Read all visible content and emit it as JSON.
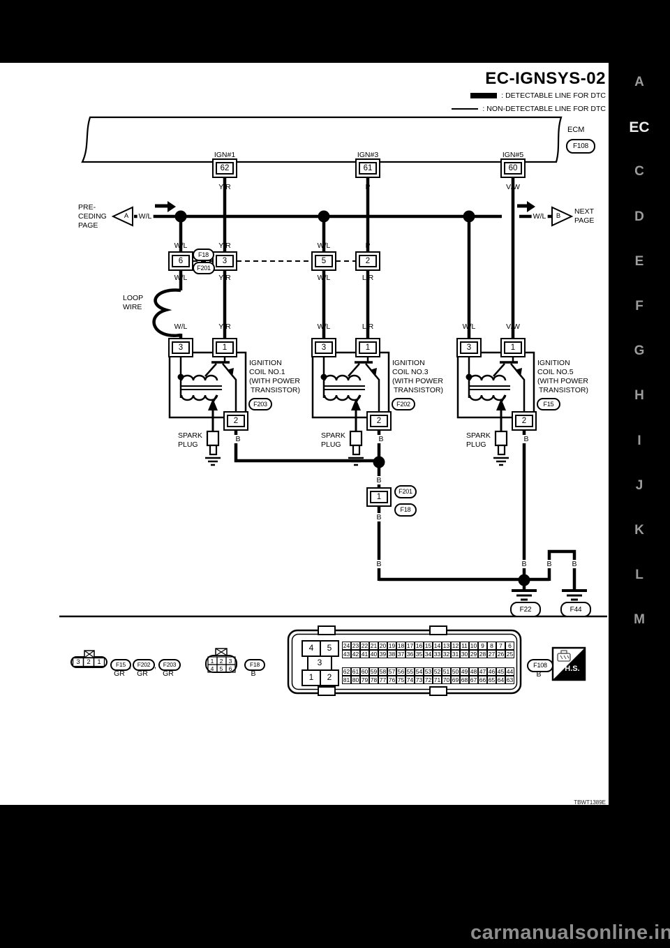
{
  "page": {
    "background": "#ffffff",
    "surround": "#000000",
    "watermark": "carmanualsonline.info",
    "figure_code": "TBWT1389E",
    "margin_tabs": {
      "items": [
        {
          "label": "A"
        },
        {
          "label": "EC",
          "active": true
        },
        {
          "label": "C"
        },
        {
          "label": "D"
        },
        {
          "label": "E"
        },
        {
          "label": "F"
        },
        {
          "label": "G"
        },
        {
          "label": "H"
        },
        {
          "label": "I"
        },
        {
          "label": "J"
        },
        {
          "label": "K"
        },
        {
          "label": "L"
        },
        {
          "label": "M"
        }
      ]
    }
  },
  "diagram": {
    "title": "EC-IGNSYS-02",
    "legend": [
      {
        "style": "thick",
        "label": ": DETECTABLE LINE FOR DTC"
      },
      {
        "style": "thin",
        "label": ": NON-DETECTABLE LINE FOR DTC"
      }
    ],
    "ecm": {
      "label": "ECM",
      "connector": "F108",
      "terminals": [
        {
          "name": "IGN#1",
          "pin": "62",
          "wire": "Y/R"
        },
        {
          "name": "IGN#3",
          "pin": "61",
          "wire": "P"
        },
        {
          "name": "IGN#5",
          "pin": "60",
          "wire": "V/W"
        }
      ]
    },
    "bus": {
      "preceding": {
        "label_lines": [
          "PRE-",
          "CEDING",
          "PAGE"
        ],
        "marker": "A",
        "wire": "W/L"
      },
      "next": {
        "label_lines": [
          "NEXT",
          "PAGE"
        ],
        "marker": "B",
        "wire": "W/L"
      }
    },
    "inline_connectors": {
      "upper_ref": "F18",
      "lower_ref": "F201",
      "pins": [
        {
          "pin": "6",
          "wire_above": "W/L",
          "wire_below": "W/L"
        },
        {
          "pin": "3",
          "wire_above": "Y/R",
          "wire_below": "Y/R"
        },
        {
          "pin": "5",
          "wire_above": "W/L",
          "wire_below": "W/L"
        },
        {
          "pin": "2",
          "wire_above": "P",
          "wire_below": "L/R"
        }
      ]
    },
    "loop_wire_label": [
      "LOOP",
      "WIRE"
    ],
    "coils": [
      {
        "name_lines": [
          "IGNITION",
          "COIL NO.1",
          "(WITH POWER",
          "TRANSISTOR)"
        ],
        "ref": "F203",
        "pin_left": "3",
        "pin_right": "1",
        "pin_bottom": "2",
        "wire_left": "W/L",
        "wire_right": "Y/R",
        "bottom_wire": "B",
        "spark_plug": [
          "SPARK",
          "PLUG"
        ]
      },
      {
        "name_lines": [
          "IGNITION",
          "COIL NO.3",
          "(WITH POWER",
          "TRANSISTOR)"
        ],
        "ref": "F202",
        "pin_left": "3",
        "pin_right": "1",
        "pin_bottom": "2",
        "wire_left": "W/L",
        "wire_right": "L/R",
        "bottom_wire": "B",
        "spark_plug": [
          "SPARK",
          "PLUG"
        ]
      },
      {
        "name_lines": [
          "IGNITION",
          "COIL NO.5",
          "(WITH POWER",
          "TRANSISTOR)"
        ],
        "ref": "F15",
        "pin_left": "3",
        "pin_right": "1",
        "pin_bottom": "2",
        "wire_left": "W/L",
        "wire_right": "V/W",
        "bottom_wire": "B",
        "spark_plug": [
          "SPARK",
          "PLUG"
        ]
      }
    ],
    "splice": {
      "pin": "1",
      "upper_ref": "F201",
      "lower_ref": "F18"
    },
    "wire_b": "B",
    "grounds": [
      {
        "ref": "F22"
      },
      {
        "ref": "F44"
      }
    ]
  },
  "connector_views": {
    "view1": {
      "cells": [
        "3",
        "2",
        "1"
      ],
      "separator": ",",
      "refs": [
        "F15",
        "F202",
        "F203"
      ],
      "color": "GR"
    },
    "view2": {
      "rows": [
        [
          "1",
          "2",
          "3"
        ],
        [
          "4",
          "5",
          "6"
        ]
      ],
      "ref": "F18",
      "color": "B"
    },
    "ecm_view": {
      "left_cells": [
        "4",
        "5",
        "3",
        "1",
        "2"
      ],
      "grid_top": [
        [
          "24",
          "23",
          "22",
          "21",
          "20",
          "19",
          "18",
          "17",
          "16",
          "15",
          "14",
          "13",
          "12",
          "11",
          "10",
          "9",
          "8",
          "7",
          "6"
        ],
        [
          "43",
          "42",
          "41",
          "40",
          "39",
          "38",
          "37",
          "36",
          "35",
          "34",
          "33",
          "32",
          "31",
          "30",
          "29",
          "28",
          "27",
          "26",
          "25"
        ]
      ],
      "grid_bottom": [
        [
          "62",
          "61",
          "60",
          "59",
          "58",
          "57",
          "56",
          "55",
          "54",
          "53",
          "52",
          "51",
          "50",
          "49",
          "48",
          "47",
          "46",
          "45",
          "44"
        ],
        [
          "81",
          "80",
          "79",
          "78",
          "77",
          "76",
          "75",
          "74",
          "73",
          "72",
          "71",
          "70",
          "69",
          "68",
          "67",
          "66",
          "65",
          "64",
          "63"
        ]
      ],
      "ref": "F108",
      "color": "B",
      "hs": "H.S."
    }
  }
}
